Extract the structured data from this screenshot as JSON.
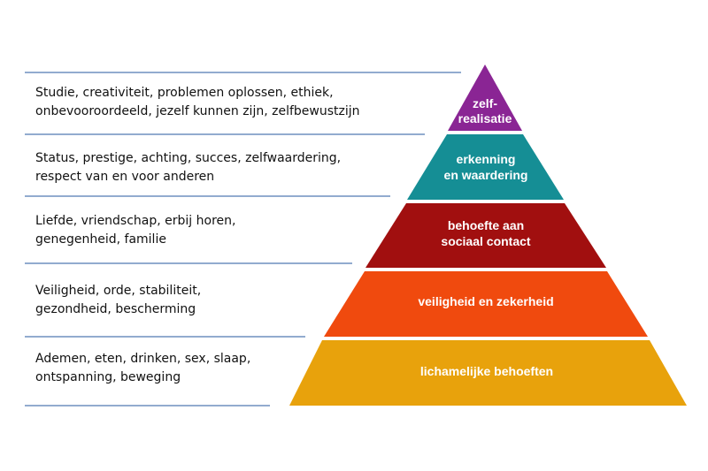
{
  "diagram": {
    "descriptions": [
      {
        "line1": "Studie, creativiteit, problemen oplossen, ethiek,",
        "line2": "onbevooroordeeld, jezelf kunnen zijn, zelfbewustzijn"
      },
      {
        "line1": "Status, prestige, achting, succes, zelfwaardering,",
        "line2": "respect van en voor anderen"
      },
      {
        "line1": "Liefde, vriendschap, erbij horen,",
        "line2": "genegenheid, familie"
      },
      {
        "line1": "Veiligheid, orde, stabiliteit,",
        "line2": "gezondheid, bescherming"
      },
      {
        "line1": "Ademen, eten, drinken, sex, slaap,",
        "line2": "ontspanning, beweging"
      }
    ],
    "levels": [
      {
        "line1": "zelf-",
        "line2": "realisatie",
        "color": "#8a2594"
      },
      {
        "line1": "erkenning",
        "line2": "en waardering",
        "color": "#158e95"
      },
      {
        "line1": "behoefte aan",
        "line2": "sociaal contact",
        "color": "#a10f0f"
      },
      {
        "line1": "veiligheid en zekerheid",
        "line2": "",
        "color": "#f04a0e"
      },
      {
        "line1": "lichamelijke behoeften",
        "line2": "",
        "color": "#e8a20c"
      }
    ],
    "separator_color": "#6e8fbf"
  }
}
